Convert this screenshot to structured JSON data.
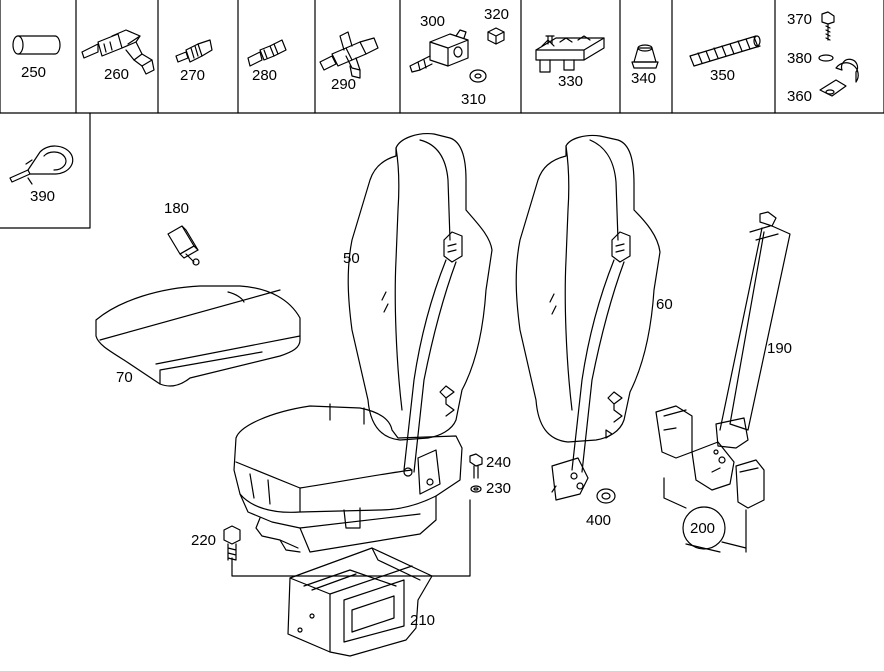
{
  "header_cells": [
    {
      "id": "c250",
      "labels": [
        "250"
      ],
      "icon": "hose-sleeve-icon"
    },
    {
      "id": "c260",
      "labels": [
        "260"
      ],
      "icon": "elbow-connector-icon"
    },
    {
      "id": "c270",
      "labels": [
        "270"
      ],
      "icon": "straight-connector-icon"
    },
    {
      "id": "c280",
      "labels": [
        "280"
      ],
      "icon": "double-connector-icon"
    },
    {
      "id": "c290",
      "labels": [
        "290"
      ],
      "icon": "tee-connector-icon"
    },
    {
      "id": "c300",
      "labels": [
        "300",
        "320",
        "310"
      ],
      "icon": "valve-block-icon"
    },
    {
      "id": "c330",
      "labels": [
        "330"
      ],
      "icon": "manifold-block-icon"
    },
    {
      "id": "c340",
      "labels": [
        "340"
      ],
      "icon": "grommet-icon"
    },
    {
      "id": "c350",
      "labels": [
        "350"
      ],
      "icon": "corrugated-hose-icon"
    },
    {
      "id": "c360",
      "labels": [
        "370",
        "380",
        "360"
      ],
      "icon": "pipe-clamp-icon"
    }
  ],
  "side_cell": {
    "labels": [
      "390"
    ],
    "icon": "cable-tie-icon"
  },
  "callouts": {
    "p50": "50",
    "p60": "60",
    "p70": "70",
    "p180": "180",
    "p190": "190",
    "p200": "200",
    "p210": "210",
    "p220": "220",
    "p230": "230",
    "p240": "240",
    "p400": "400"
  },
  "colors": {
    "line": "#000000",
    "background": "#ffffff"
  }
}
